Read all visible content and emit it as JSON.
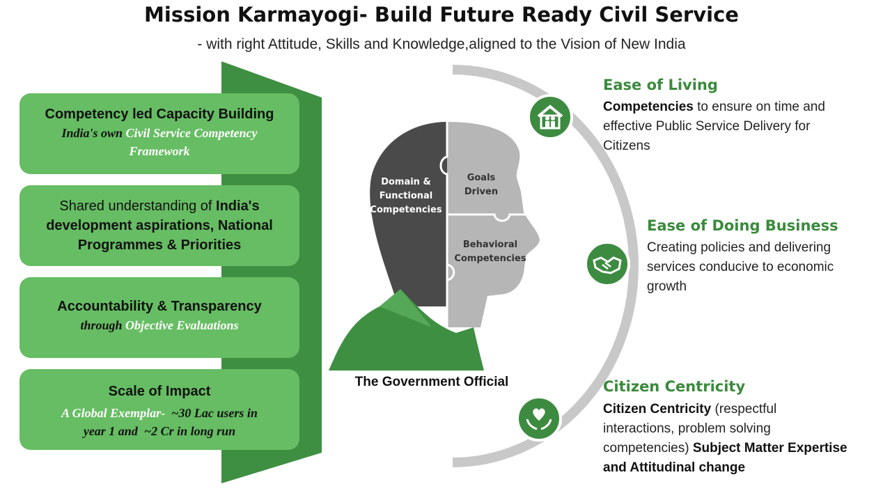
{
  "title": "Mission Karmayogi- Build Future Ready Civil Service",
  "subtitle": "- with right Attitude, Skills and Knowledge,aligned to the Vision of New India",
  "pillars": [
    {
      "title": "Competency led Capacity Building",
      "sub_a": "India's own ",
      "sub_b": "Civil Service Competency Framework"
    },
    {
      "l1": "Shared understanding of ",
      "l1b": "India's",
      "l2": "development aspirations, National",
      "l3": "Programmes & Priorities"
    },
    {
      "title": "Accountability & Transparency",
      "sub_a": "through ",
      "sub_b": "Objective Evaluations"
    },
    {
      "title": "Scale of Impact",
      "s1": "A Global Exemplar-",
      "s2": "~30",
      "s3": "Lac users in",
      "s4": "year 1 and",
      "s5": "~2 Cr",
      "s6": "in long run"
    }
  ],
  "head": {
    "domain_l1": "Domain &",
    "domain_l2": "Functional",
    "domain_l3": "Competencies",
    "goals_l1": "Goals",
    "goals_l2": "Driven",
    "behav_l1": "Behavioral",
    "behav_l2": "Competencies",
    "caption": "The Government Official"
  },
  "benefits": [
    {
      "heading": "Ease of Living",
      "bold": "Competencies",
      "text1": " to ensure on time and",
      "text2": "effective Public Service Delivery for",
      "text3": "Citizens",
      "icon": "house-family-icon"
    },
    {
      "heading": "Ease of Doing Business",
      "text1": "Creating policies and delivering",
      "text2": "services conducive to economic",
      "text3": "growth",
      "icon": "handshake-icon"
    },
    {
      "heading": "Citizen Centricity",
      "bold": "Citizen Centricity",
      "text1": " (respectful",
      "text2": "interactions, problem solving",
      "text3": "competencies) ",
      "bold2": "Subject Matter Expertise",
      "bold3": "and Attitudinal change",
      "icon": "heart-hands-icon"
    }
  ],
  "colors": {
    "green": "#66bd63",
    "dark_green": "#3d8b40",
    "grey_dark": "#4a4a4a",
    "grey_light": "#b4b4b4"
  }
}
